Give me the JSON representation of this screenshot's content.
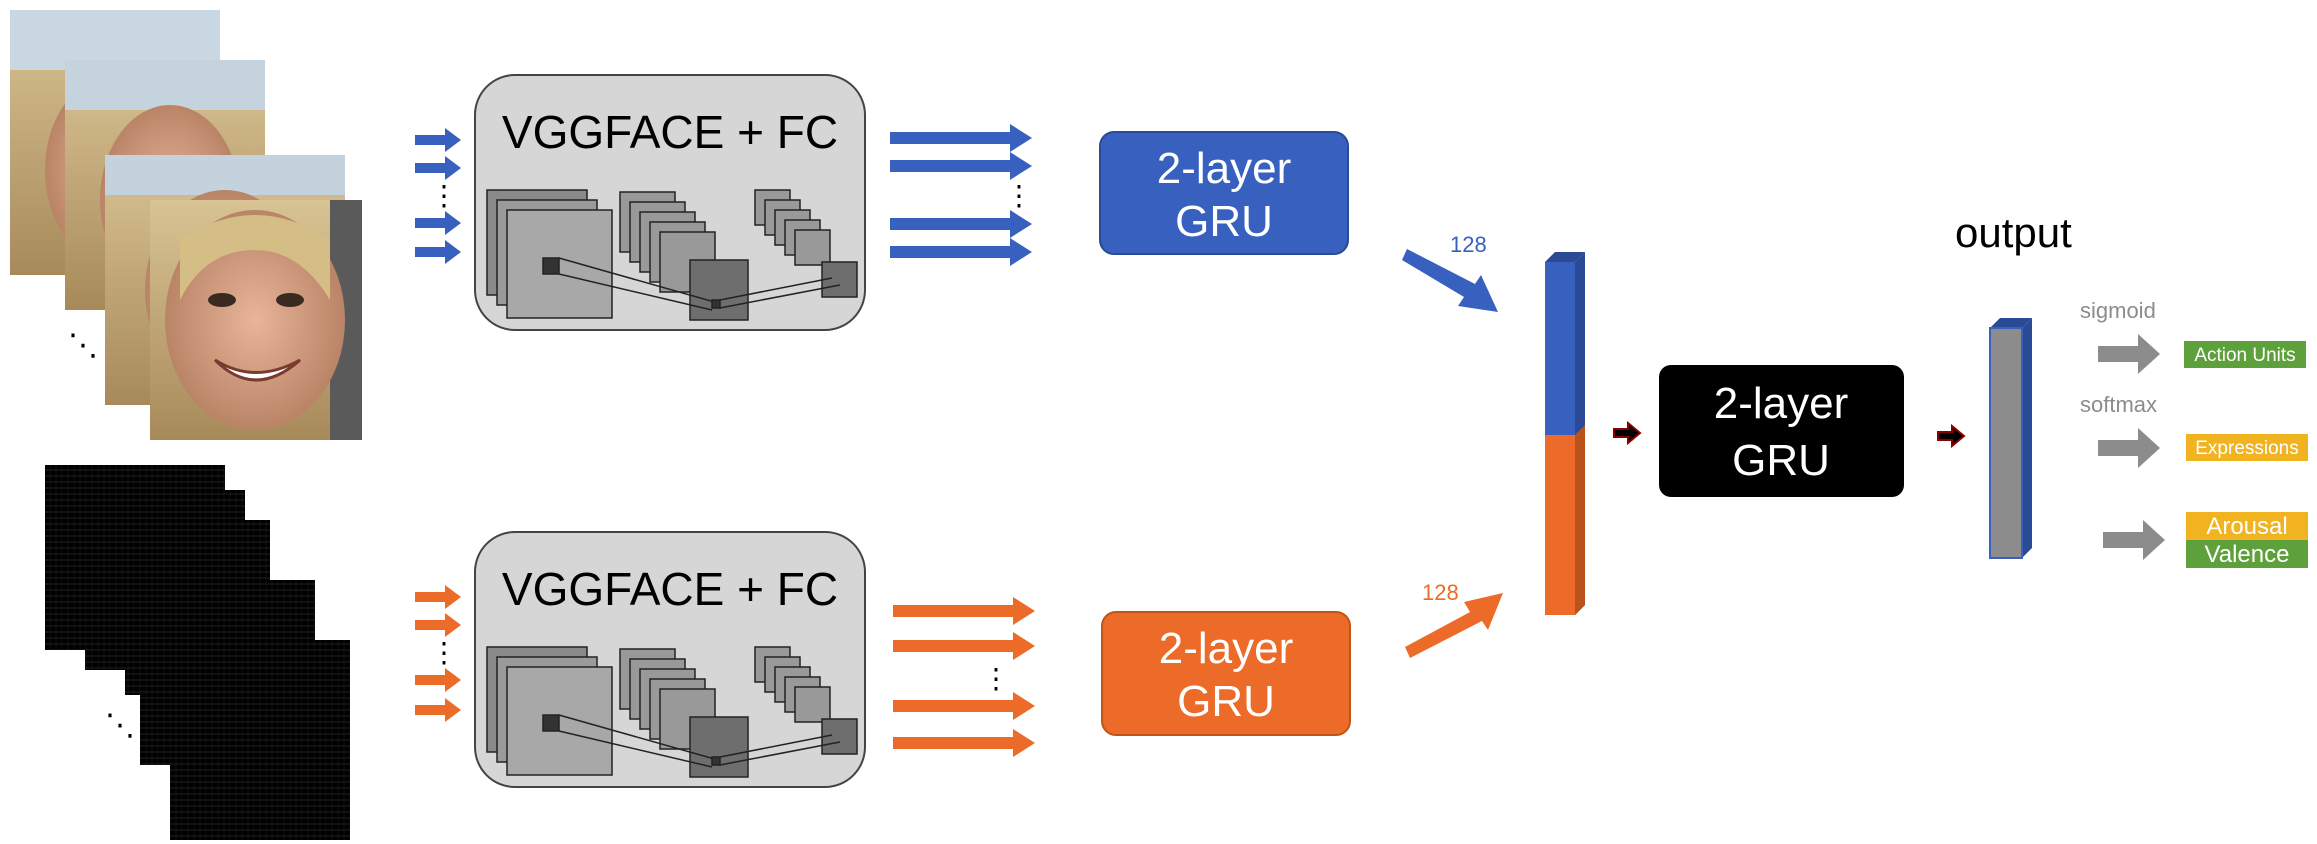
{
  "colors": {
    "blue": "#3760bf",
    "orange": "#ec6b29",
    "gray_box": "#d6d6d6",
    "gray_arrow": "#8c8c8c",
    "dark_red": "#8b0000",
    "green": "#5ea03b",
    "yellow": "#f2b321",
    "black": "#000000"
  },
  "icons": [
    "face-frame-stack",
    "spectrogram-stack",
    "cnn-feature-map-icon",
    "arrow-icon",
    "ellipsis-icon"
  ],
  "top_branch": {
    "encoder_label": "VGGFACE + FC",
    "gru_label_line1": "2-layer",
    "gru_label_line2": "GRU",
    "dim_label": "128",
    "stack_dots": "⋱",
    "arrow_dots": "⋮"
  },
  "bottom_branch": {
    "encoder_label": "VGGFACE + FC",
    "gru_label_line1": "2-layer",
    "gru_label_line2": "GRU",
    "dim_label": "128",
    "stack_dots": "⋱",
    "arrow_dots": "⋮"
  },
  "fusion": {
    "gru_label_line1": "2-layer",
    "gru_label_line2": "GRU"
  },
  "output": {
    "title": "output",
    "sigmoid_label": "sigmoid",
    "softmax_label": "softmax",
    "action_units": "Action Units",
    "expressions": "Expressions",
    "arousal": "Arousal",
    "valence": "Valence"
  }
}
